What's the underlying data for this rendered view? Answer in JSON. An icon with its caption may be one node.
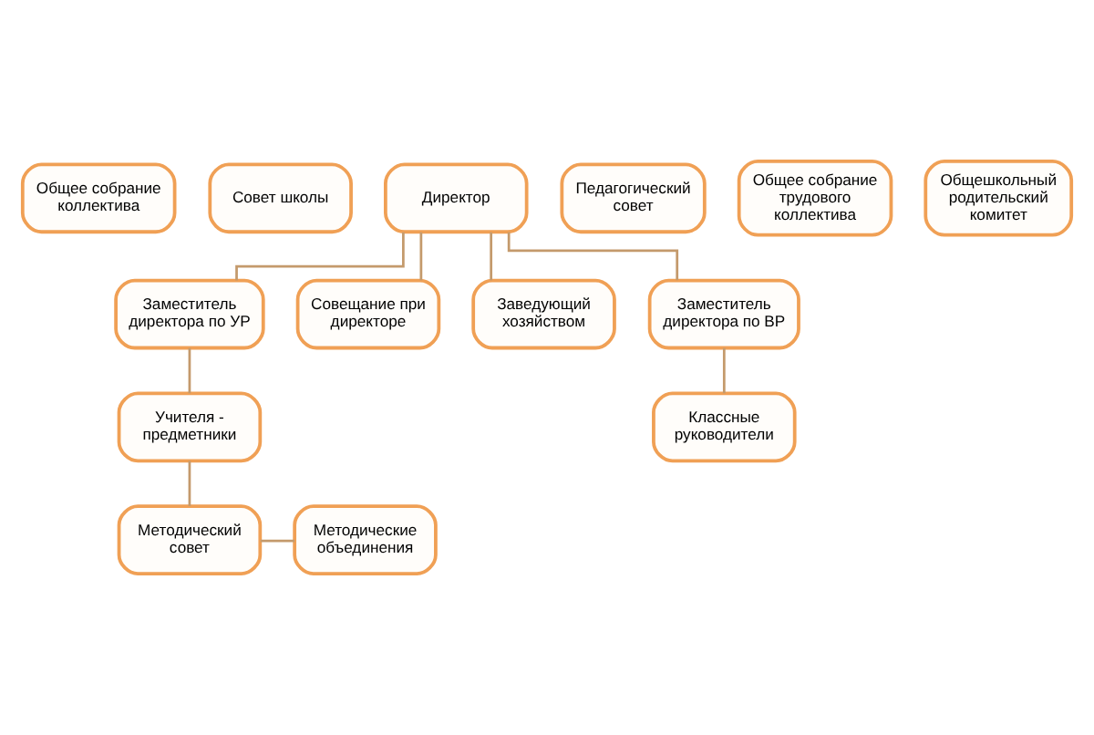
{
  "diagram": {
    "nodes": [
      {
        "text": [
          "Общее собрание коллектива"
        ]
      },
      {
        "text": [
          "Совет школы"
        ]
      },
      {
        "text": [
          "Директор"
        ]
      },
      {
        "text": [
          "Педагогический совет"
        ]
      },
      {
        "text": [
          "Общее собрание трудового коллектива"
        ]
      },
      {
        "text": [
          "Общешкольный родительский комитет"
        ]
      },
      {
        "text": [
          "Заместитель директора по УР"
        ]
      },
      {
        "text": [
          "Совещание при директоре"
        ]
      },
      {
        "text": [
          "Заведующий хозяйством"
        ]
      },
      {
        "text": [
          "Заместитель директора по ВР"
        ]
      },
      {
        "text": [
          "Учителя - предметники"
        ]
      },
      {
        "text": [
          "Классные руководители"
        ]
      },
      {
        "text": [
          "Методический совет"
        ]
      },
      {
        "text": [
          "Методические объединения"
        ]
      }
    ],
    "edges": [
      {
        "from": 2,
        "to": 6,
        "arrow": "none"
      },
      {
        "from": 2,
        "to": 7,
        "arrow": "none"
      },
      {
        "from": 2,
        "to": 8,
        "arrow": "none"
      },
      {
        "from": 2,
        "to": 9,
        "arrow": "none"
      },
      {
        "from": 6,
        "to": 10,
        "arrow": "none"
      },
      {
        "from": 9,
        "to": 11,
        "arrow": "none"
      },
      {
        "from": 10,
        "to": 12,
        "arrow": "none"
      },
      {
        "from": 12,
        "to": 13,
        "arrow": "none"
      }
    ]
  }
}
